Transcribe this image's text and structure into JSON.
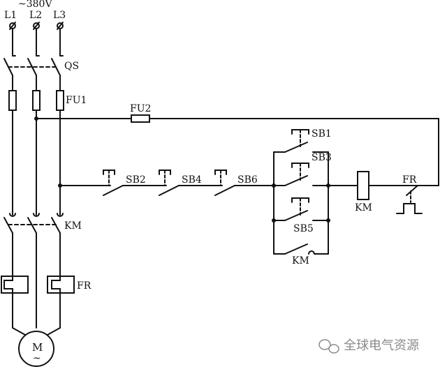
{
  "supply": {
    "voltage": "~380V",
    "phases": [
      "L1",
      "L2",
      "L3"
    ]
  },
  "labels": {
    "qs": "QS",
    "fu1": "FU1",
    "fu2": "FU2",
    "km_main": "KM",
    "fr_main": "FR",
    "sb1": "SB1",
    "sb2": "SB2",
    "sb3": "SB3",
    "sb4": "SB4",
    "sb5": "SB5",
    "sb6": "SB6",
    "km_coil": "KM",
    "fr_contact": "FR",
    "km_aux": "KM",
    "motor": "M",
    "motor_ac": "~"
  },
  "watermark": "全球电气资源",
  "colors": {
    "line": "#111111",
    "watermark": "#8a8a8a"
  }
}
